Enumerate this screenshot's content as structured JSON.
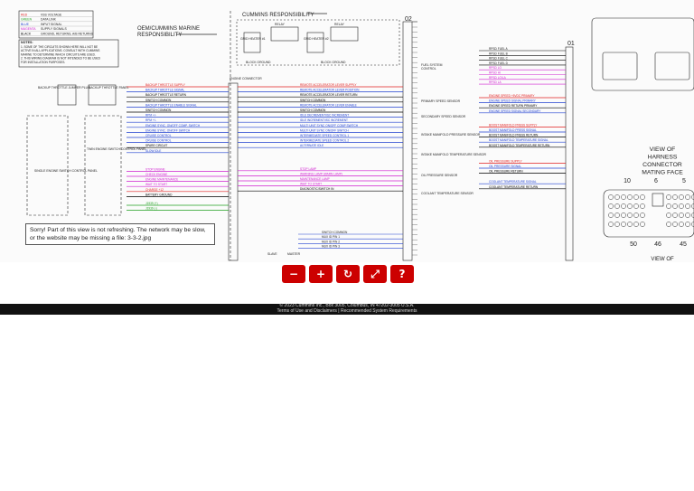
{
  "legend": {
    "rows": [
      {
        "code": "RED",
        "desc": "VSS VOLTAGE",
        "color": "#e02020"
      },
      {
        "code": "GREEN",
        "desc": "DATA LINK",
        "color": "#20a020"
      },
      {
        "code": "BLUE",
        "desc": "INPUT SIGNAL",
        "color": "#2040d0"
      },
      {
        "code": "MAGENTA",
        "desc": "SUPPLY SIGNALS",
        "color": "#d020d0"
      },
      {
        "code": "BLACK",
        "desc": "GROUND, RETURNS, A/B RETURNS",
        "color": "#000000"
      }
    ]
  },
  "notes": {
    "title": "NOTES:",
    "lines": [
      "1. SOME OF THE CIRCUITS SHOWN HERE WILL NOT BE",
      "ACTIVE IN ALL APPLICATIONS. CONSULT WITH CUMMINS",
      "MARINE TO DETERMINE WHICH CIRCUITS ARE USED.",
      "2. THIS WIRING DIAGRAM IS NOT INTENDED TO BE USED",
      "FOR INSTALLATION PURPOSES."
    ]
  },
  "diagram": {
    "oem_label": [
      "OEM/CUMMINS MARINE",
      "RESPONSIBILITY"
    ],
    "cummins_label": "CUMMINS RESPONSIBILITY",
    "connector_02": "02",
    "connector_01": "01",
    "mating_face": [
      "VIEW OF",
      "HARNESS",
      "CONNECTOR",
      "MATING FACE"
    ],
    "view_of": "VIEW OF",
    "pin_numbers": [
      "10",
      "6",
      "5",
      "50",
      "46",
      "45"
    ],
    "heater_labels": [
      "GRID HEATER #1",
      "GRID HEATER #2",
      "RELAY",
      "RELAY",
      "BLOCK GROUND",
      "BLOCK GROUND"
    ],
    "left_labels": [
      "BACKUP THROTTLE JUMPER PLUG",
      "BACKUP THROTTLE PANEL",
      "SINGLE ENGINE SWITCH CONTROL PANEL",
      "TWIN ENGINE SWITCH CONTROL PANEL",
      "ENGINE CONNECTOR"
    ],
    "left_signals": [
      {
        "text": "BACKUP THROTTLE SUPPLY",
        "color": "#e02020"
      },
      {
        "text": "BACKUP THROTTLE SIGNAL",
        "color": "#2040d0"
      },
      {
        "text": "BACKUP THROTTLE RETURN",
        "color": "#000000"
      },
      {
        "text": "SWITCH COMMON",
        "color": "#000000"
      },
      {
        "text": "BACKUP THROTTLE ENABLE SIGNAL",
        "color": "#2040d0"
      },
      {
        "text": "SWITCH COMMON",
        "color": "#000000"
      },
      {
        "text": "RPM +/-",
        "color": "#2040d0"
      },
      {
        "text": "RPM +/-",
        "color": "#2040d0"
      },
      {
        "text": "ENGINE SYNC. ON/OFF COMP. SWITCH",
        "color": "#2040d0"
      },
      {
        "text": "ENGINE SYNC. ON/OFF SWITCH",
        "color": "#2040d0"
      },
      {
        "text": "CRUISE CONTROL",
        "color": "#2040d0"
      },
      {
        "text": "CRUISE CONTROL",
        "color": "#2040d0"
      },
      {
        "text": "SPARE CIRCUIT",
        "color": "#000000"
      },
      {
        "text": "SLOW IDLE",
        "color": "#2040d0"
      },
      {
        "text": "STOP ENGINE",
        "color": "#d020d0"
      },
      {
        "text": "CHECK ENGINE",
        "color": "#d020d0"
      },
      {
        "text": "ENGINE MAINTENANCE",
        "color": "#d020d0"
      },
      {
        "text": "WAIT TO START",
        "color": "#d020d0"
      },
      {
        "text": "CHARGE +12",
        "color": "#e02020"
      },
      {
        "text": "BATTERY GROUND",
        "color": "#000000"
      },
      {
        "text": "J1939 (+)",
        "color": "#20a020"
      },
      {
        "text": "J1939 (-)",
        "color": "#20a020"
      }
    ],
    "mid_signals": [
      {
        "text": "REMOTE ACCELERATOR LEVER SUPPLY",
        "color": "#e02020"
      },
      {
        "text": "REMOTE ACCELERATOR LEVER POSITION",
        "color": "#2040d0"
      },
      {
        "text": "REMOTE ACCELERATOR LEVER RETURN",
        "color": "#000000"
      },
      {
        "text": "SWITCH COMMON",
        "color": "#000000"
      },
      {
        "text": "REMOTE ACCELERATOR LEVER ENABLE",
        "color": "#2040d0"
      },
      {
        "text": "SWITCH COMMON",
        "color": "#000000"
      },
      {
        "text": "IDLE DECREMENT/ISC INCREMENT",
        "color": "#2040d0"
      },
      {
        "text": "IDLE INCREMENT/ISC INCREMENT",
        "color": "#2040d0"
      },
      {
        "text": "MULTI UNIT SYNC ON/OFF COMP SWITCH",
        "color": "#2040d0"
      },
      {
        "text": "MULTI UNIT SYNC ON/OFF SWITCH",
        "color": "#2040d0"
      },
      {
        "text": "INTERMEDIATE SPEED CONTROL 1",
        "color": "#2040d0"
      },
      {
        "text": "INTERMEDIATE SPEED CONTROL 2",
        "color": "#2040d0"
      },
      {
        "text": "ALTERNATE IDLE",
        "color": "#2040d0"
      },
      {
        "text": "STOP LAMP",
        "color": "#d020d0"
      },
      {
        "text": "WARNING LAMP (WARN LAMP)",
        "color": "#d020d0"
      },
      {
        "text": "MAINTENANCE LAMP",
        "color": "#d020d0"
      },
      {
        "text": "WAIT TO START",
        "color": "#d020d0"
      },
      {
        "text": "DIAGNOSTIC/SWITCH IN",
        "color": "#000000"
      }
    ],
    "switch_common": [
      "SWITCH COMMON",
      "MUX ID PIN 1",
      "MUX ID PIN 2",
      "MUX ID PIN 3"
    ],
    "slave_master": [
      "SLAVE",
      "MASTER"
    ],
    "fuel_control": [
      "FUEL SYSTEM",
      "CONTROL"
    ],
    "fuel_signals": [
      "RPSD FUEL A",
      "RPSD FUEL B",
      "RPSD FUEL C",
      "RPSD FUEL D",
      "RPSD LO",
      "RPSD HI",
      "RPSD LO/LA",
      "RPSD LA"
    ],
    "sensors": [
      "PRIMARY SPEED SENSOR",
      "SECONDARY SPEED SENSOR",
      "INTAKE MANIFOLD PRESSURE SENSOR",
      "INTAKE MANIFOLD TEMPERATURE SENSOR",
      "OIL PRESSURE SENSOR",
      "COOLANT TEMPERATURE SENSOR"
    ],
    "right_signals": [
      {
        "text": "ENGINE SPEED +5VDC PRIMARY",
        "color": "#e02020"
      },
      {
        "text": "ENGINE SPEED SIGNAL PRIMARY",
        "color": "#2040d0"
      },
      {
        "text": "ENGINE SPEED RETURN PRIMARY",
        "color": "#000000"
      },
      {
        "text": "ENGINE SPEED SIGNAL SECONDARY",
        "color": "#2040d0"
      },
      {
        "text": "BOOST MANIFOLD PRESS SUPPLY",
        "color": "#e02020"
      },
      {
        "text": "BOOST MANIFOLD PRESS SIGNAL",
        "color": "#2040d0"
      },
      {
        "text": "BOOST MANIFOLD PRESS RETURN",
        "color": "#000000"
      },
      {
        "text": "BOOST MANIFOLD TEMPERATURE SIGNAL",
        "color": "#2040d0"
      },
      {
        "text": "BOOST MANIFOLD TEMPERATURE RETURN",
        "color": "#000000"
      },
      {
        "text": "OIL PRESSURE SUPPLY",
        "color": "#e02020"
      },
      {
        "text": "OIL PRESSURE SIGNAL",
        "color": "#2040d0"
      },
      {
        "text": "OIL PRESSURE RETURN",
        "color": "#000000"
      },
      {
        "text": "COOLANT TEMPERATURE SIGNAL",
        "color": "#2040d0"
      },
      {
        "text": "COOLANT TEMPERATURE RETURN",
        "color": "#000000"
      }
    ]
  },
  "error_message": "Sorry!  Part of this view is not refreshing.  The network may be slow, or the website may be missing a file:  3-3-2.jpg",
  "toolbar": {
    "zoom_out": "−",
    "zoom_in": "+",
    "reset": "↻",
    "fullscreen": "⤢",
    "help": "?"
  },
  "footer": {
    "line1": "© 2023 Cummins Inc., Box 3005, Columbus, IN 47202-3005 U.S.A.",
    "terms": "Terms of Use and Disclaimers",
    "sep": "|",
    "requirements": "Recommended System Requirements"
  }
}
